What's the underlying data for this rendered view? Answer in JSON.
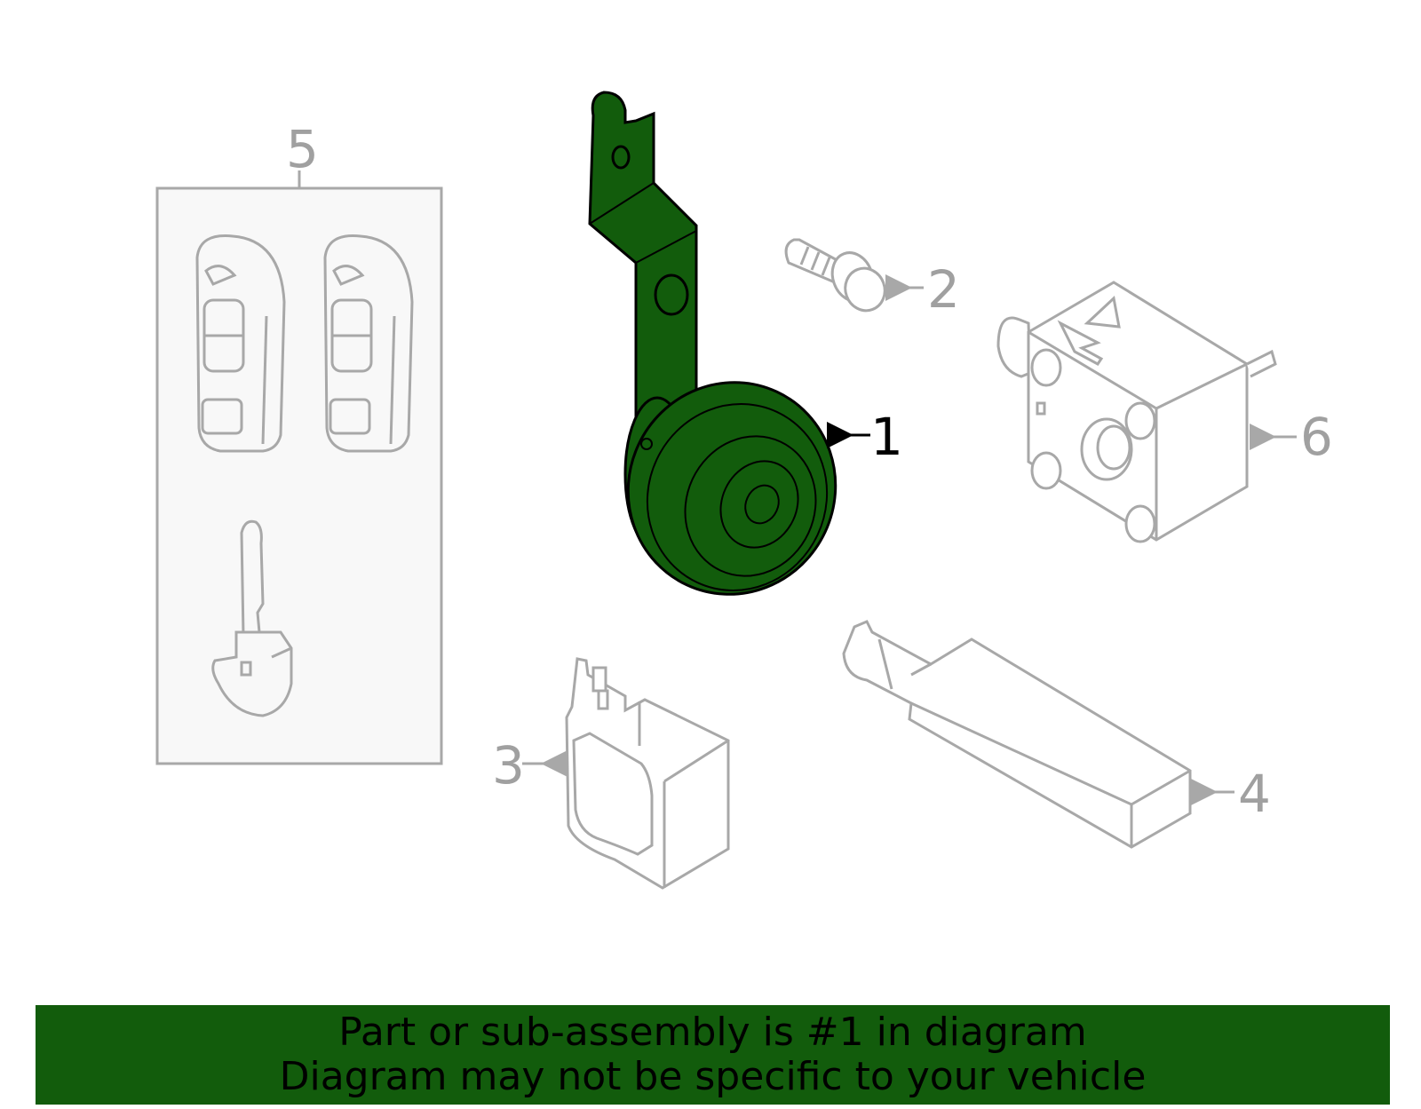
{
  "diagram": {
    "callouts": [
      {
        "id": "1",
        "label": "1",
        "highlighted": true
      },
      {
        "id": "2",
        "label": "2",
        "highlighted": false
      },
      {
        "id": "3",
        "label": "3",
        "highlighted": false
      },
      {
        "id": "4",
        "label": "4",
        "highlighted": false
      },
      {
        "id": "5",
        "label": "5",
        "highlighted": false
      },
      {
        "id": "6",
        "label": "6",
        "highlighted": false
      }
    ]
  },
  "banner": {
    "line1": "Part or sub-assembly is #1 in diagram",
    "line2": "Diagram may not be specific to your vehicle"
  },
  "colors": {
    "highlight_fill": "#125c0c",
    "banner_bg": "#125c0c",
    "outline_gray": "#a8a8a8",
    "panel_bg": "#f8f8f8"
  }
}
